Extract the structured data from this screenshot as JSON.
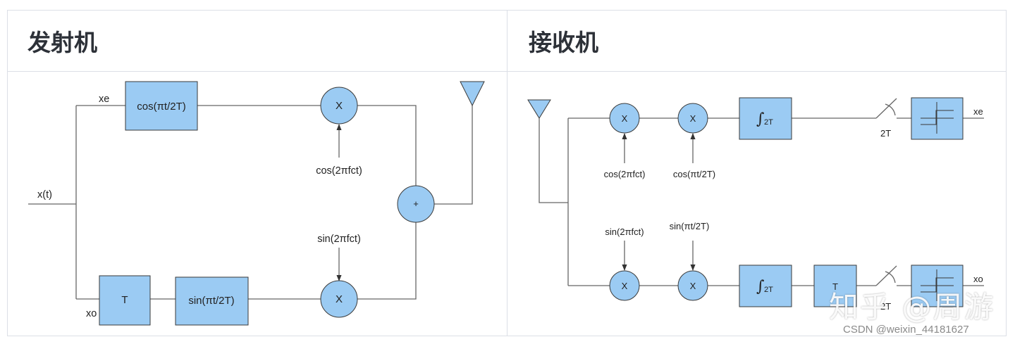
{
  "headers": {
    "transmitter": "发射机",
    "receiver": "接收机"
  },
  "transmitter": {
    "input_label": "x(t)",
    "branch_upper_label": "xe",
    "branch_lower_label": "xo",
    "box_cos": "cos(πt/2T)",
    "box_delay": "T",
    "box_sin": "sin(πt/2T)",
    "mult_upper": "X",
    "mult_lower": "X",
    "adder": "+",
    "carrier_cos": "cos(2πfct)",
    "carrier_sin": "sin(2πfct)"
  },
  "receiver": {
    "mult1_upper": "X",
    "mult2_upper": "X",
    "mult1_lower": "X",
    "mult2_lower": "X",
    "carrier_cos": "cos(2πfct)",
    "shaping_cos": "cos(πt/2T)",
    "carrier_sin": "sin(2πfct)",
    "shaping_sin": "sin(πt/2T)",
    "integrator_upper_sub": "2T",
    "integrator_lower_sub": "2T",
    "sample_upper": "2T",
    "sample_lower": "2T",
    "delay": "T",
    "out_upper": "xe",
    "out_lower": "xo"
  },
  "watermark": "知乎 @周游",
  "credit": "CSDN @weixin_44181627",
  "colors": {
    "block_fill": "#9bcbf3",
    "line": "#666666",
    "border": "#dcdfe6",
    "header_text": "#2d3138"
  }
}
